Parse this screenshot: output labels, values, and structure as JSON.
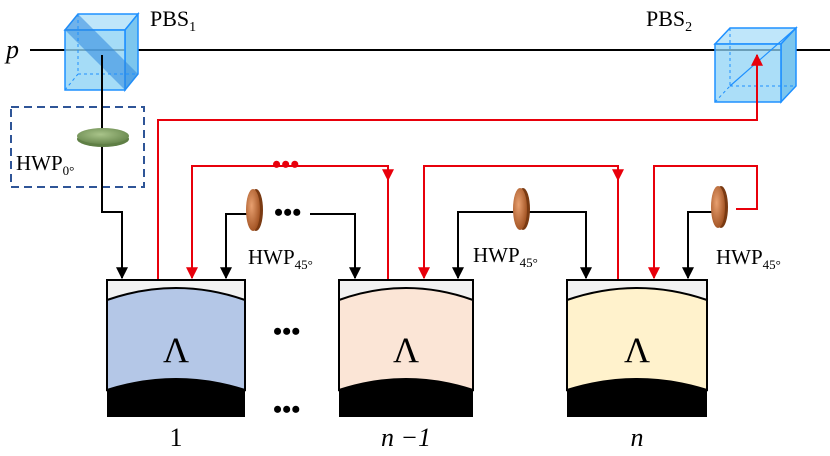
{
  "beam_label": "p",
  "pbs1": {
    "main": "PBS",
    "sub": "1"
  },
  "pbs2": {
    "main": "PBS",
    "sub": "2"
  },
  "hwp0": {
    "main": "HWP",
    "sub": "0°"
  },
  "hwp45a": {
    "main": "HWP",
    "sub": "45°"
  },
  "hwp45b": {
    "main": "HWP",
    "sub": "45°"
  },
  "hwp45c": {
    "main": "HWP",
    "sub": "45°"
  },
  "ellipsis": "•••",
  "cavities": [
    {
      "symbol": "Λ",
      "label": "1",
      "color": "#b4c7e7"
    },
    {
      "symbol": "Λ",
      "label": "n −1",
      "color": "#fbe5d6"
    },
    {
      "symbol": "Λ",
      "label": "n",
      "color": "#fff2cc"
    }
  ],
  "colors": {
    "red_path": "#e8000b",
    "black_path": "#000000",
    "pbs_fill": "#8fd3f5",
    "pbs_edge": "#1e90ff",
    "hwp0_fill": "#8aa96a",
    "hwp45_fill": "#c8733a",
    "dashed_box": "#2f5597"
  }
}
